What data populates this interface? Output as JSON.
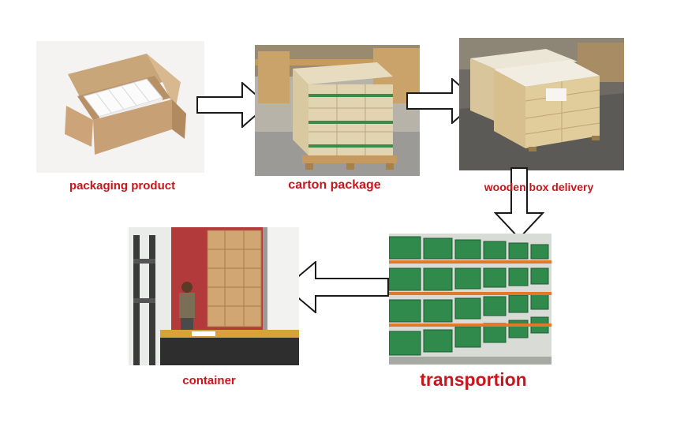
{
  "steps": {
    "packaging": {
      "label": "packaging product"
    },
    "carton": {
      "label": "carton package"
    },
    "wooden": {
      "label": "wooden box delivery"
    },
    "transport": {
      "label": "transportion"
    },
    "container": {
      "label": "container"
    }
  },
  "flow": [
    "packaging product",
    "carton package",
    "wooden box delivery",
    "transportion",
    "container"
  ],
  "colors": {
    "label": "#c8161d",
    "arrow_stroke": "#1a1a1a",
    "arrow_fill": "#ffffff"
  }
}
